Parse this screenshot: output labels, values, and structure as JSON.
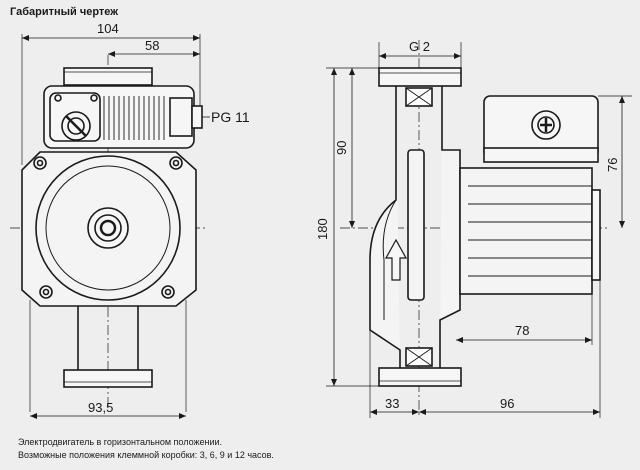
{
  "title": "Габаритный чертеж",
  "dimensions": {
    "left_width": "104",
    "left_partial": "58",
    "left_bottom": "93,5",
    "thread": "G 2",
    "cable_gland": "PG 11",
    "right_height_total": "180",
    "right_height_half": "90",
    "right_height_box": "76",
    "right_bottom_left": "33",
    "right_bottom_right": "96",
    "right_motor_len": "78"
  },
  "notes": [
    "Электродвигатель в горизонтальном положении.",
    "Возможные положения клеммной коробки: 3, 6, 9 и 12 часов."
  ]
}
